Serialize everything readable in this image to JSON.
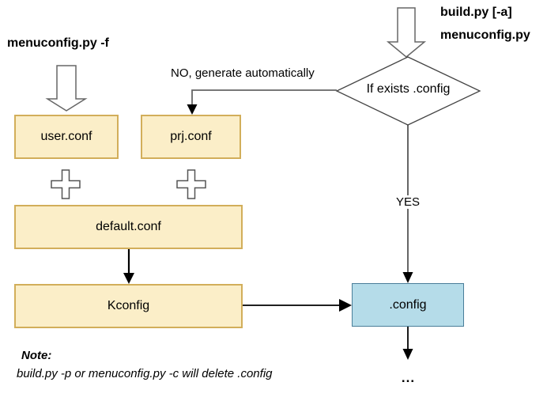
{
  "diagram": {
    "title_left": "menuconfig.py -f",
    "title_right": {
      "line1": "build.py [-a]",
      "line2": "menuconfig.py"
    },
    "decision_label": "If exists .config",
    "no_label": "NO, generate automatically",
    "yes_label": "YES",
    "nodes": {
      "user_conf": "user.conf",
      "prj_conf": "prj.conf",
      "default_conf": "default.conf",
      "kconfig": "Kconfig",
      "dot_config": ".config"
    },
    "ellipsis": "...",
    "note": {
      "title": "Note:",
      "body": "build.py -p or menuconfig.py -c will delete .config"
    },
    "colors": {
      "node_fill": "#FBEEC8",
      "node_border": "#D2AE5A",
      "config_fill": "#B5DCE9",
      "config_border": "#4A7E99",
      "connector_black": "#000000",
      "connector_gray": "#666666",
      "shape_outline": "#555555"
    }
  }
}
